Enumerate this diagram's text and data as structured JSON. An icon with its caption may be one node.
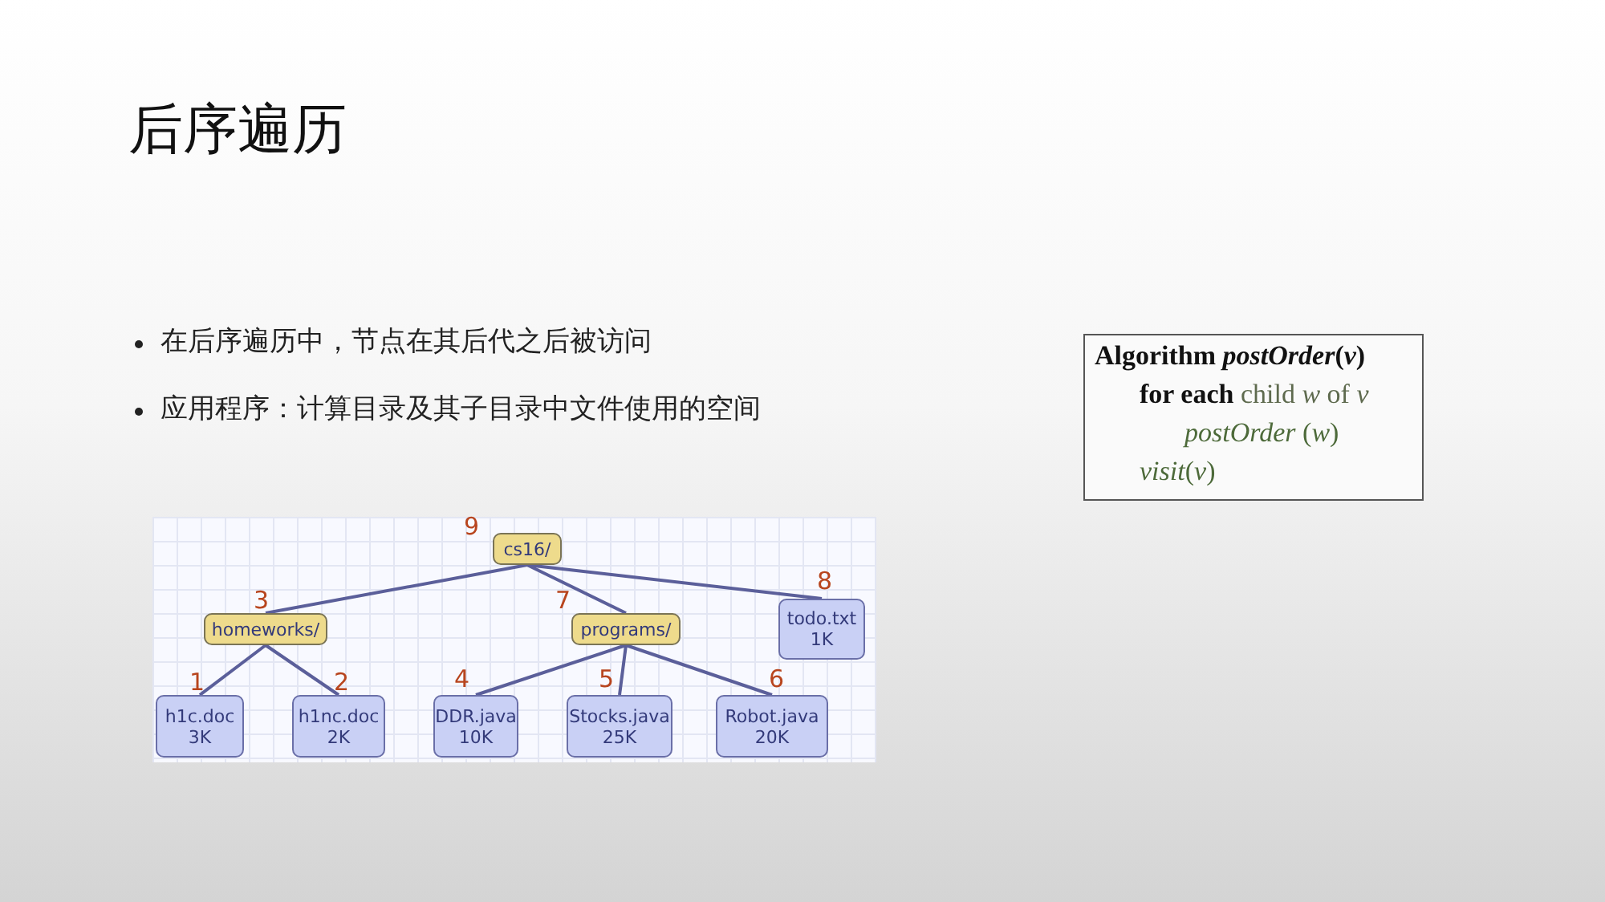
{
  "diagram": {
    "title": "后序遍历",
    "nodes": [
      {
        "text": [
          "cs16/"
        ],
        "beside": [
          "9"
        ]
      },
      {
        "text": [
          "homeworks/"
        ],
        "beside": [
          "3"
        ]
      },
      {
        "text": [
          "programs/"
        ],
        "beside": [
          "7"
        ]
      },
      {
        "text": [
          "todo.txt",
          "1K"
        ],
        "beside": [
          "8"
        ]
      },
      {
        "text": [
          "h1c.doc",
          "3K"
        ],
        "beside": [
          "1"
        ]
      },
      {
        "text": [
          "h1nc.doc",
          "2K"
        ],
        "beside": [
          "2"
        ]
      },
      {
        "text": [
          "DDR.java",
          "10K"
        ],
        "beside": [
          "4"
        ]
      },
      {
        "text": [
          "Stocks.java",
          "25K"
        ],
        "beside": [
          "5"
        ]
      },
      {
        "text": [
          "Robot.java",
          "20K"
        ],
        "beside": [
          "6"
        ]
      },
      {
        "text": [
          "Algorithm *postOrder*(*v*)",
          "**for each** child *w* of *v*",
          "*postOrder* (*w*)",
          "*visit*(*v*)"
        ]
      }
    ],
    "edges": [
      {
        "from": 0,
        "to": 1,
        "arrow": "none"
      },
      {
        "from": 0,
        "to": 2,
        "arrow": "none"
      },
      {
        "from": 0,
        "to": 3,
        "arrow": "none"
      },
      {
        "from": 1,
        "to": 4,
        "arrow": "none"
      },
      {
        "from": 1,
        "to": 5,
        "arrow": "none"
      },
      {
        "from": 2,
        "to": 6,
        "arrow": "none"
      },
      {
        "from": 2,
        "to": 7,
        "arrow": "none"
      },
      {
        "from": 2,
        "to": 8,
        "arrow": "none"
      }
    ],
    "labels": [
      "在后序遍历中，节点在其后代之后被访问",
      "应用程序：计算目录及其子目录中文件使用的空间"
    ]
  }
}
